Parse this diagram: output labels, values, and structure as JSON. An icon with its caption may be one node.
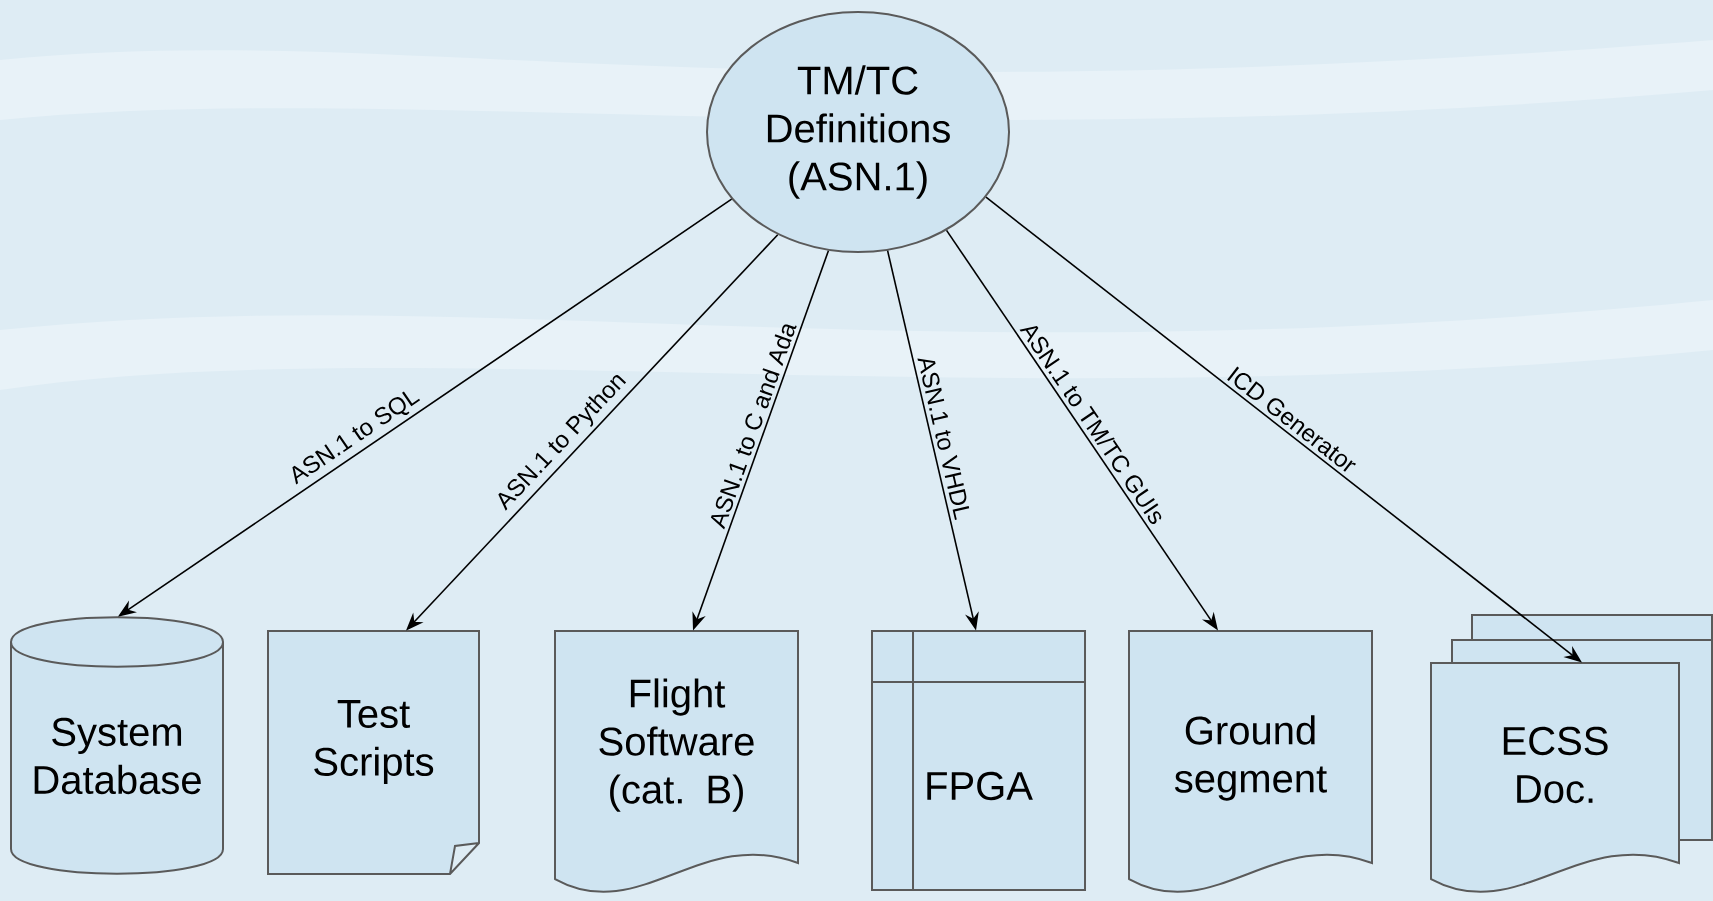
{
  "diagram": {
    "nodes": [
      {
        "text": [
          "TM/TC Definitions (ASN.1)"
        ]
      },
      {
        "text": [
          "System Database"
        ]
      },
      {
        "text": [
          "Test Scripts"
        ]
      },
      {
        "text": [
          "Flight Software (cat. B)"
        ]
      },
      {
        "text": [
          "FPGA"
        ]
      },
      {
        "text": [
          "Ground segment"
        ]
      },
      {
        "text": [
          "ECSS Doc."
        ]
      }
    ],
    "edges": [
      {
        "from": 0,
        "to": 1,
        "arrow": "to",
        "label": "ASN.1 to SQL"
      },
      {
        "from": 0,
        "to": 2,
        "arrow": "to",
        "label": "ASN.1 to Python"
      },
      {
        "from": 0,
        "to": 3,
        "arrow": "to",
        "label": "ASN.1 to C and Ada"
      },
      {
        "from": 0,
        "to": 4,
        "arrow": "to",
        "label": "ASN.1 to VHDL"
      },
      {
        "from": 0,
        "to": 5,
        "arrow": "to",
        "label": "ASN.1 to TM/TC GUIs"
      },
      {
        "from": 0,
        "to": 6,
        "arrow": "to",
        "label": "ICD Generator"
      }
    ]
  }
}
